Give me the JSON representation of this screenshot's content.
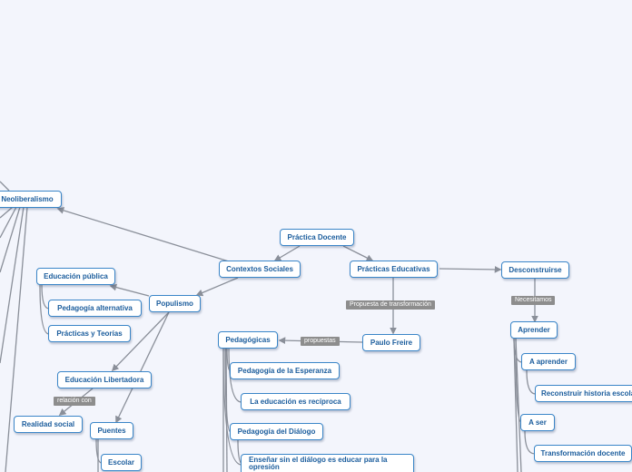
{
  "colors": {
    "background": "#f3f5fc",
    "node_border": "#3b86c8",
    "node_text": "#1a5c9c",
    "link": "#8a8f99",
    "label_bg": "#8d8d8d"
  },
  "nodes": {
    "practica_docente": "Práctica Docente",
    "contextos_sociales": "Contextos Sociales",
    "practicas_educativas": "Prácticas Educativas",
    "desconstruirse": "Desconstruirse",
    "neoliberalismo": "Neoliberalismo",
    "educacion_publica": "Educación pública",
    "pedagogia_alternativa": "Pedagogía alternativa",
    "practicas_teorias": "Prácticas y Teorías",
    "populismo": "Populismo",
    "educacion_libertadora": "Educación Libertadora",
    "realidad_social": "Realidad social",
    "puentes": "Puentes",
    "escolar": "Escolar",
    "paulo_freire": "Paulo Freire",
    "pedagogicas": "Pedagógicas",
    "pedagogia_esperanza": "Pedagogía de la Esperanza",
    "educacion_reciproca": "La educación es recíproca",
    "pedagogia_dialogo": "Pedagogía del Diálogo",
    "ensenar_dialogo": "Enseñar sin el diálogo es educar para la opresión",
    "aprender": "Aprender",
    "a_aprender": "A aprender",
    "reconstruir_historia": "Reconstruir historia escolar",
    "a_ser": "A ser",
    "transformacion_docente": "Transformación docente"
  },
  "labels": {
    "propuesta_transformacion": "Propuesta de transformación",
    "propuestas": "propuestas",
    "necesitamos": "Necesitamos",
    "relacion_con": "relación con"
  }
}
